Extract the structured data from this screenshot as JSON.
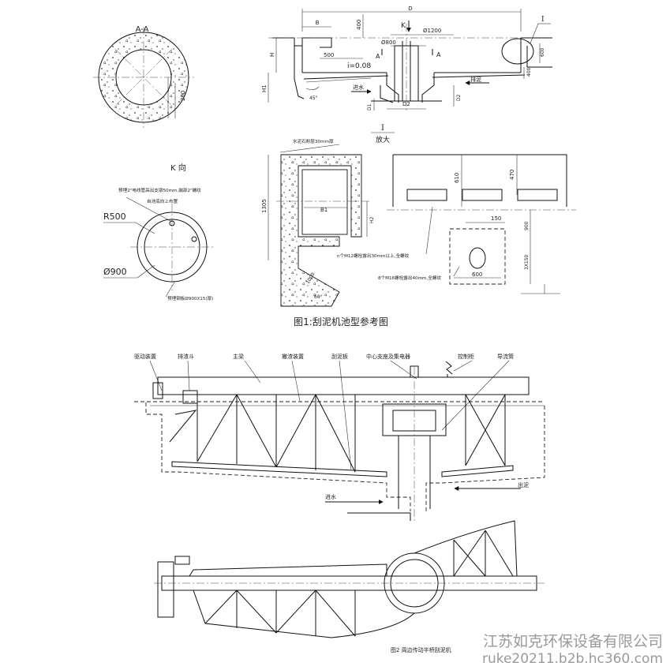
{
  "section_aa": {
    "title": "A-A",
    "dim_200": "200"
  },
  "top_section": {
    "dim_D": "D",
    "dim_B": "B",
    "dim_400": "400",
    "dim_K": "K",
    "dim_phi1200": "Ø1200",
    "dim_phi800": "Ø800",
    "dim_500": "500",
    "slope": "i=0.08",
    "mark_A_left": "A",
    "mark_A_right": "A",
    "mark_I": "I",
    "dim_H": "H",
    "dim_H1": "H1",
    "dim_D1": "D1",
    "dim_D2_bottom": "D2",
    "dim_D2_right": "D2",
    "dim_600": "600",
    "dim_400_right": "400",
    "dim_deg": "45°",
    "inflow_label": "进水",
    "sludge_label": "排泥"
  },
  "k_view": {
    "title": "K 向",
    "note1": "预埋2\"电线管高出支墩50mm,端部2\"螺纹",
    "note2": "自池底向上布置",
    "r500": "R500",
    "phi900": "Ø900",
    "plate_note": "预埋钢板Ø900X15(厚)"
  },
  "detail_I": {
    "title": "I",
    "subtitle": "放大",
    "note_top": "水泥石粉层30mm厚",
    "dim_1305": "1305",
    "dim_B1": "B1",
    "dim_H2": "H2",
    "dim_1000": "1000",
    "dim_60deg": "60°"
  },
  "anchor_detail": {
    "dim_610": "610",
    "dim_470": "470",
    "dim_150": "150",
    "dim_900": "900",
    "dim_3x150": "3X150",
    "dim_600": "600",
    "bolt_note1": "n个M12螺栓露出30mm以上,全螺纹",
    "bolt_note2": "8个M16螺栓露出40mm,全螺纹"
  },
  "figure1_caption": "图1:刮泥机池型参考图",
  "figure2": {
    "labels": [
      "驱动装置",
      "排渣斗",
      "主梁",
      "撇渣装置",
      "刮泥板",
      "中心支座及集电器",
      "控制柜",
      "导流筒"
    ],
    "inflow": "进水",
    "sludge": "出泥",
    "caption": "图2 周边传动半桥刮泥机"
  },
  "watermark": {
    "company": "江苏如克环保设备有限公司",
    "url": "ruke20211.b2b.hc360.com"
  }
}
